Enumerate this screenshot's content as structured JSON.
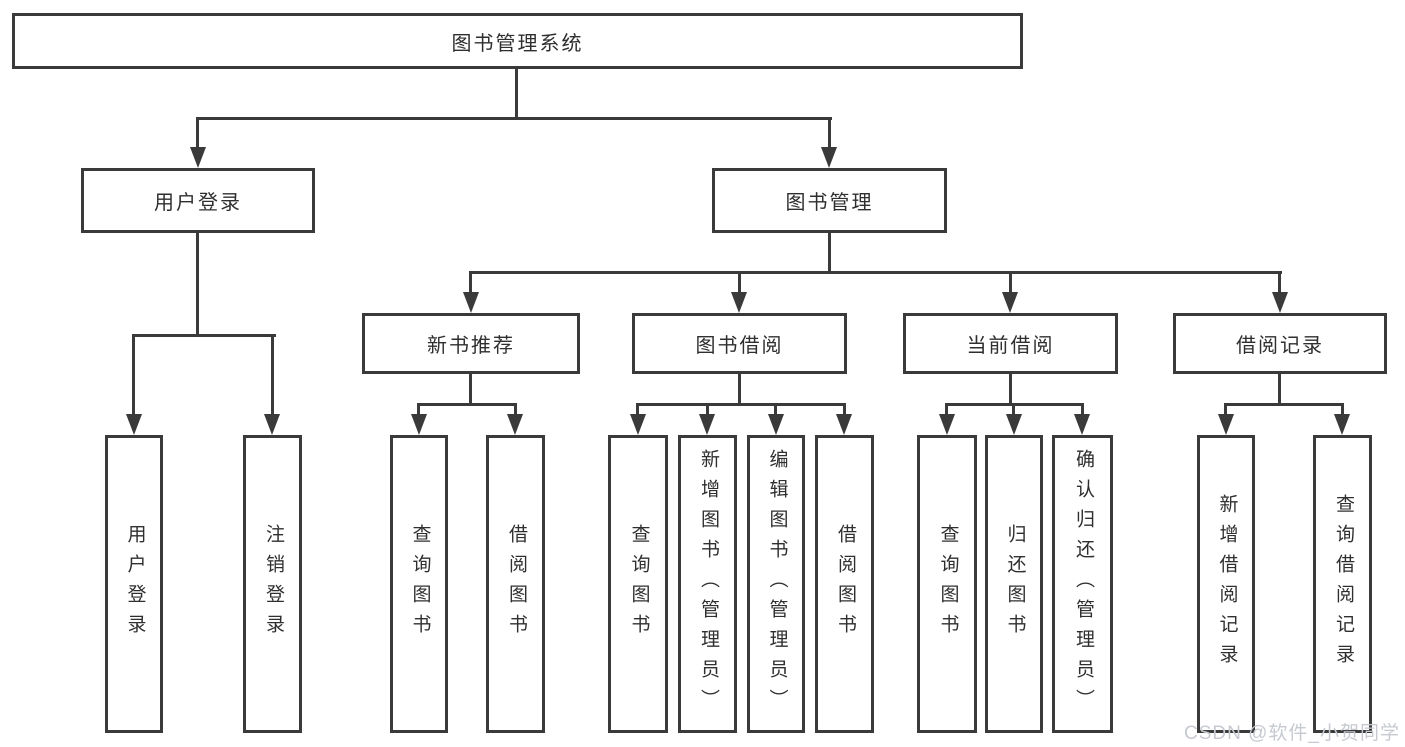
{
  "diagram": {
    "root": "图书管理系统",
    "level2": [
      "用户登录",
      "图书管理"
    ],
    "level3": [
      "新书推荐",
      "图书借阅",
      "当前借阅",
      "借阅记录"
    ],
    "leaves": {
      "user_login": [
        "用户登录",
        "注销登录"
      ],
      "new_book_recommend": [
        "查询图书",
        "借阅图书"
      ],
      "book_borrow": [
        "查询图书",
        "新增图书（管理员）",
        "编辑图书（管理员）",
        "借阅图书"
      ],
      "current_borrow": [
        "查询图书",
        "归还图书",
        "确认归还（管理员）"
      ],
      "borrow_records": [
        "新增借阅记录",
        "查询借阅记录"
      ]
    }
  },
  "watermark": "CSDN @软件_小贺同学",
  "colors": {
    "line": "#3a3a3a",
    "text": "#2f2f2f",
    "watermark_text": "#c6cad0",
    "background": "#ffffff"
  }
}
